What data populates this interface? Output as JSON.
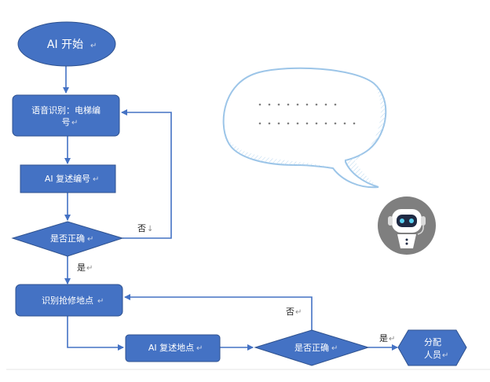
{
  "nodes": {
    "start": {
      "label": "AI 开始"
    },
    "speech_recognition": {
      "label_line1": "语音识别：电梯编",
      "label_line2": "号"
    },
    "repeat_number": {
      "label": "AI 复述编号"
    },
    "check1": {
      "label": "是否正确"
    },
    "identify_location": {
      "label": "识别抢修地点"
    },
    "repeat_location": {
      "label": "AI 复述地点"
    },
    "check2": {
      "label": "是否正确"
    },
    "assign": {
      "label_line1": "分配",
      "label_line2": "人员"
    }
  },
  "edges": {
    "no1": "否",
    "yes1": "是",
    "no2": "否",
    "yes2": "是"
  },
  "marks": {
    "return": "↵",
    "down": "↓",
    "para": "↲"
  },
  "colors": {
    "node_fill": "#4472c4",
    "node_stroke": "#2f528f",
    "arrow": "#4472c4",
    "bubble": "#9cc5e8",
    "robot_bg": "#7f7f7f"
  }
}
